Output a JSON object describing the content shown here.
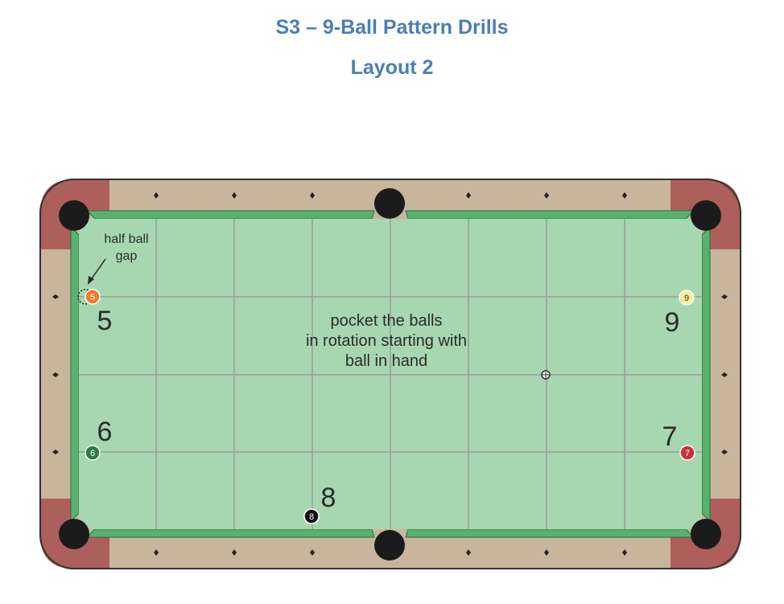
{
  "header": {
    "title": "S3 – 9-Ball Pattern Drills",
    "subtitle": "Layout 2"
  },
  "table": {
    "colors": {
      "felt": "#a6d7b1",
      "cushion": "#57b26d",
      "rail": "#c8b59b",
      "corner_rail": "#ad5f5b",
      "pocket": "#1b1b1b",
      "grid": "#9b9b9b"
    },
    "notes": {
      "gap_line1": "half ball",
      "gap_line2": "gap",
      "instruction_line1": "pocket the balls",
      "instruction_line2": "in rotation starting with",
      "instruction_line3": "ball in hand"
    },
    "balls": [
      {
        "number": "5",
        "label": "5",
        "color": "#f07a2c",
        "text_color": "#ffffff"
      },
      {
        "number": "6",
        "label": "6",
        "color": "#2f7a45",
        "text_color": "#ffffff"
      },
      {
        "number": "7",
        "label": "7",
        "color": "#c8323a",
        "text_color": "#ffffff"
      },
      {
        "number": "8",
        "label": "8",
        "color": "#111111",
        "text_color": "#ffffff"
      },
      {
        "number": "9",
        "label": "9",
        "color": "#f3ef9a",
        "text_color": "#333333"
      }
    ]
  }
}
